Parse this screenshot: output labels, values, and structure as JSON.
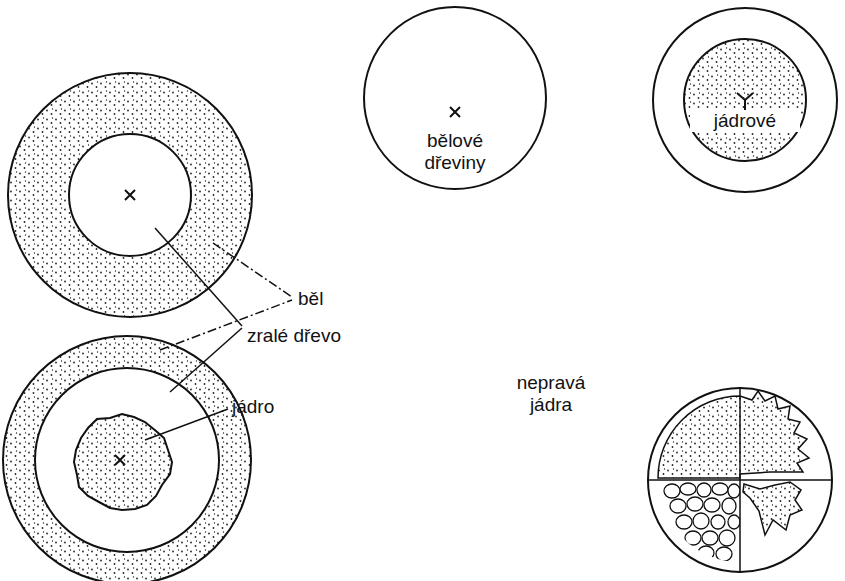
{
  "diagram": {
    "nodes": [
      {
        "text": [
          "bělové dřeviny"
        ]
      },
      {
        "text": [
          "jádrové"
        ]
      }
    ],
    "labels": [
      "běl",
      "zralé dřevo",
      "jádro",
      "nepravá jádra"
    ]
  }
}
